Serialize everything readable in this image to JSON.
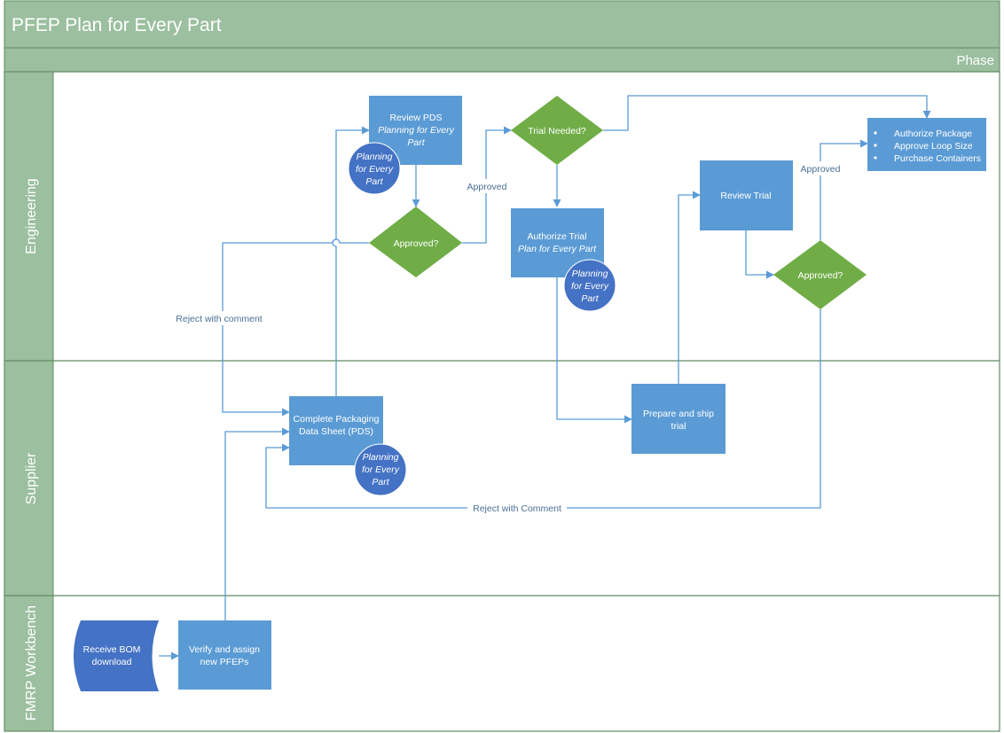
{
  "title": "PFEP Plan for Every Part",
  "phase_label": "Phase",
  "lanes": {
    "engineering": "Engineering",
    "supplier": "Supplier",
    "workbench": "FMRP Workbench"
  },
  "nodes": {
    "receive_bom": [
      "Receive BOM",
      "download"
    ],
    "verify_assign": [
      "Verify and assign",
      "new PFEPs"
    ],
    "complete_pds": [
      "Complete Packaging",
      "Data Sheet (PDS)"
    ],
    "review_pds": {
      "line1": "Review PDS",
      "line2": "Planning for Every",
      "line3": "Part"
    },
    "approved_1": "Approved?",
    "trial_needed": "Trial Needed?",
    "authorize_trial": {
      "line1": "Authorize Trial",
      "line2": "Plan for Every Part"
    },
    "prepare_ship": [
      "Prepare and ship",
      "trial"
    ],
    "review_trial": "Review Trial",
    "approved_2": "Approved?",
    "authorize_package": [
      "Authorize Package",
      "Approve Loop Size",
      "Purchase Containers"
    ]
  },
  "badges": [
    "Planning",
    "for Every",
    "Part"
  ],
  "edge_labels": {
    "approved_1": "Approved",
    "reject_1": "Reject with comment",
    "approved_2": "Approved",
    "reject_2": "Reject with Comment"
  },
  "colors": {
    "header_green": "#9bbf9f",
    "lane_line": "#5f8a5f",
    "process_blue": "#5b9bd5",
    "badge_blue": "#4472c4",
    "decision_green": "#70ad47",
    "connector": "#5b9bd5"
  }
}
